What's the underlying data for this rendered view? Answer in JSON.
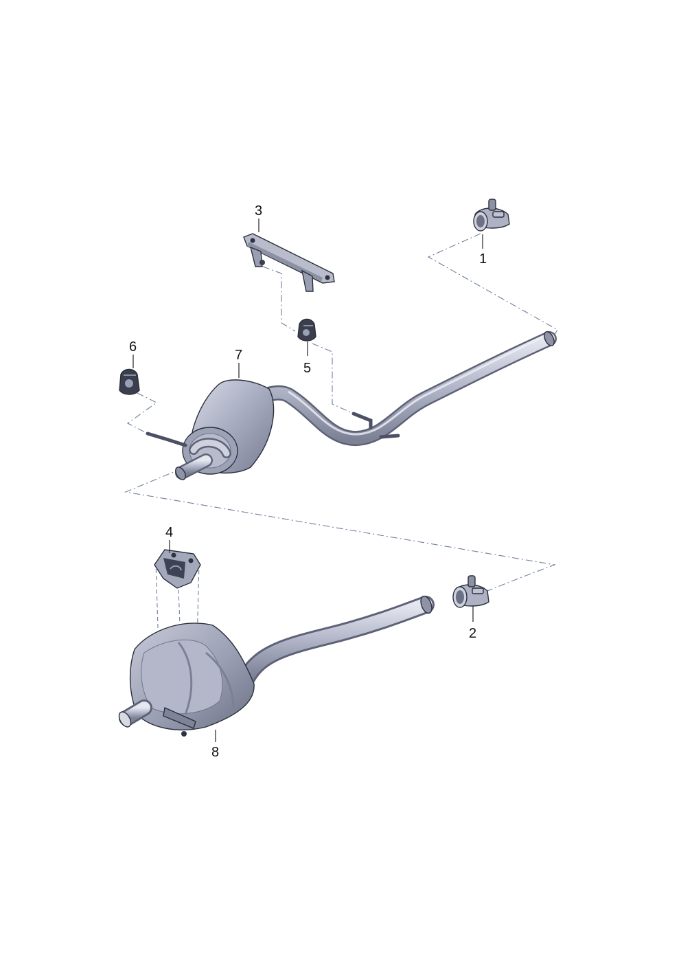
{
  "diagram": {
    "parts": [
      {
        "number": "1",
        "name": "pipe-clamp-upper"
      },
      {
        "number": "2",
        "name": "pipe-clamp-lower"
      },
      {
        "number": "3",
        "name": "mounting-bracket"
      },
      {
        "number": "4",
        "name": "rear-silencer-bracket"
      },
      {
        "number": "5",
        "name": "rubber-mount-center"
      },
      {
        "number": "6",
        "name": "rubber-mount-rear"
      },
      {
        "number": "7",
        "name": "center-silencer"
      },
      {
        "number": "8",
        "name": "rear-silencer"
      }
    ],
    "colors": {
      "metal_light": "#c9ccda",
      "metal_mid": "#9ea3b8",
      "metal_dark": "#6e7388",
      "rubber": "#2e3240",
      "dash_line": "#6f7f99"
    }
  }
}
